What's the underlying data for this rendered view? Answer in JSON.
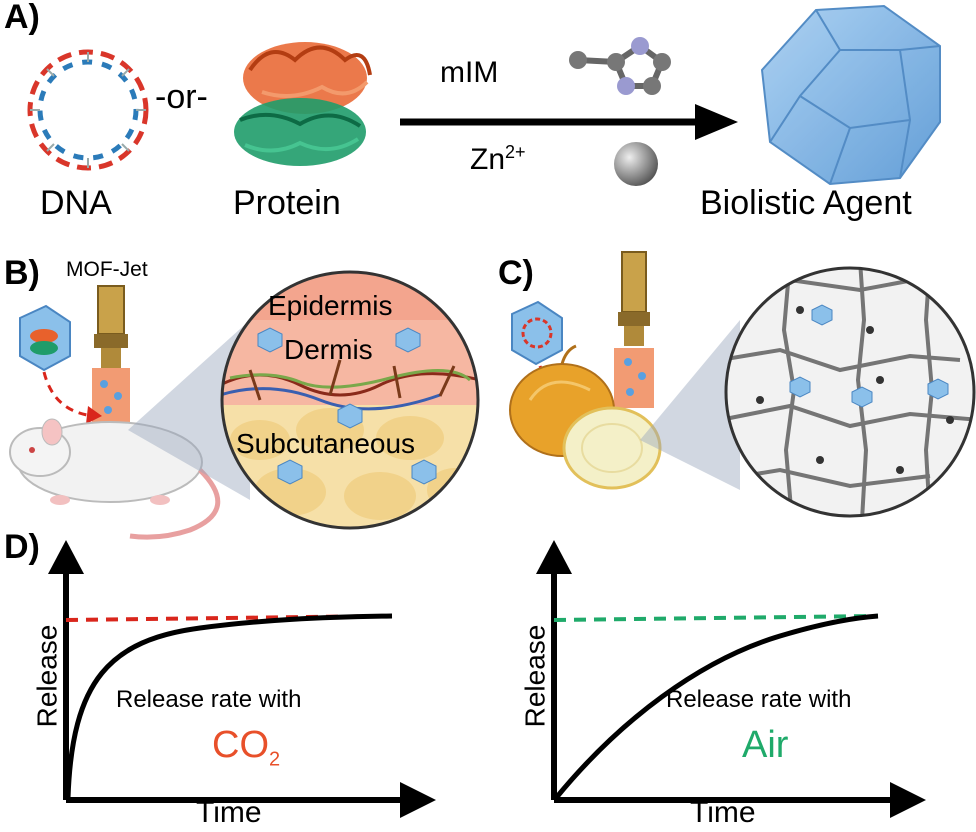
{
  "panels": {
    "a": {
      "label": "A)",
      "dna_label": "DNA",
      "or_label": "-or-",
      "protein_label": "Protein",
      "reagent_top": "mIM",
      "reagent_bottom_base": "Zn",
      "reagent_bottom_sup": "2+",
      "product_label": "Biolistic Agent"
    },
    "b": {
      "label": "B)",
      "device_label": "MOF-Jet",
      "layer_1": "Epidermis",
      "layer_2": "Dermis",
      "layer_3": "Subcutaneous"
    },
    "c": {
      "label": "C)"
    },
    "d": {
      "label": "D)",
      "left": {
        "ylabel": "Release",
        "xlabel": "Time",
        "caption": "Release rate with",
        "gas_base": "CO",
        "gas_sub": "2",
        "gas_color": "#e8502a",
        "ref_color": "#d9261c"
      },
      "right": {
        "ylabel": "Release",
        "xlabel": "Time",
        "caption": "Release rate with",
        "gas": "Air",
        "gas_color": "#1faa6a",
        "ref_color": "#1faa6a"
      }
    }
  },
  "colors": {
    "crystal": "#7fb6e6",
    "arrow": "#000000",
    "dna_red": "#d9362a",
    "dna_blue": "#2b7bb9"
  }
}
